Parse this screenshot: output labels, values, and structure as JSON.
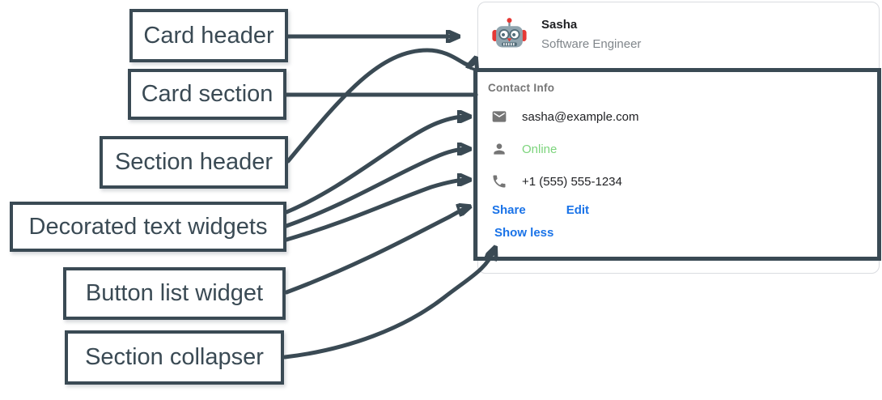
{
  "annotations": {
    "items": [
      {
        "label": "Card header"
      },
      {
        "label": "Card section"
      },
      {
        "label": "Section header"
      },
      {
        "label": "Decorated text widgets"
      },
      {
        "label": "Button list widget"
      },
      {
        "label": "Section collapser"
      }
    ]
  },
  "card": {
    "header": {
      "name": "Sasha",
      "subtitle": "Software Engineer",
      "avatar_icon": "robot-avatar-icon"
    },
    "section": {
      "title": "Contact Info",
      "rows": [
        {
          "icon": "email-icon",
          "text": "sasha@example.com"
        },
        {
          "icon": "person-icon",
          "text": "Online"
        },
        {
          "icon": "phone-icon",
          "text": "+1 (555) 555-1234"
        }
      ],
      "buttons": [
        {
          "label": "Share"
        },
        {
          "label": "Edit"
        }
      ],
      "collapser_label": "Show less"
    }
  },
  "colors": {
    "annotation_slate": "#3A4A54",
    "link_blue": "#1a73e8",
    "online_green": "#7CD47C",
    "icon_gray": "#757575",
    "text_dark": "#202124",
    "subtitle_gray": "#80868b",
    "card_border_gray": "#dadce0"
  }
}
